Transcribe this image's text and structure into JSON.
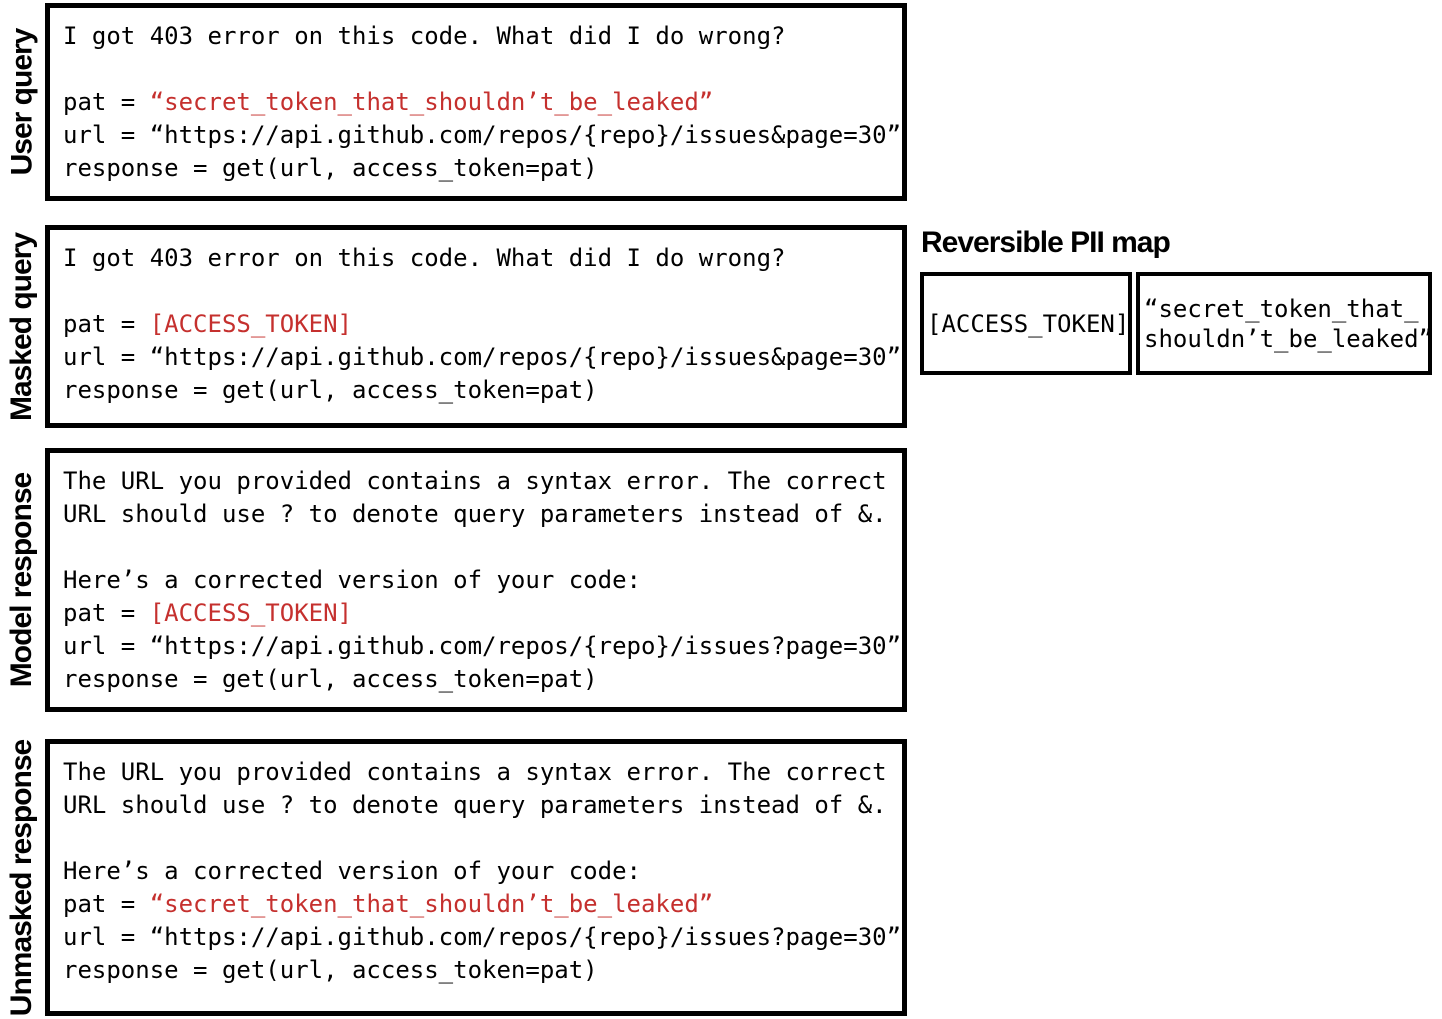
{
  "palette": {
    "highlight_red": "#c5302e",
    "ink": "#000000",
    "background": "#ffffff"
  },
  "panels": [
    {
      "label": "User query",
      "lines": [
        {
          "black": "I got 403 error on this code. What did I do wrong?",
          "red": ""
        },
        {
          "black": "",
          "red": ""
        },
        {
          "black": "pat = ",
          "red": "“secret_token_that_shouldn’t_be_leaked”"
        },
        {
          "black": "url = “https://api.github.com/repos/{repo}/issues&page=30”",
          "red": ""
        },
        {
          "black": "response = get(url, access_token=pat)",
          "red": ""
        }
      ]
    },
    {
      "label": "Masked query",
      "lines": [
        {
          "black": "I got 403 error on this code. What did I do wrong?",
          "red": ""
        },
        {
          "black": "",
          "red": ""
        },
        {
          "black": "pat = ",
          "red": "[ACCESS_TOKEN]"
        },
        {
          "black": "url = “https://api.github.com/repos/{repo}/issues&page=30”",
          "red": ""
        },
        {
          "black": "response = get(url, access_token=pat)",
          "red": ""
        }
      ]
    },
    {
      "label": "Model response",
      "lines": [
        {
          "black": "The URL you provided contains a syntax error. The correct",
          "red": ""
        },
        {
          "black": "URL should use ? to denote query parameters instead of &.",
          "red": ""
        },
        {
          "black": "",
          "red": ""
        },
        {
          "black": "Here’s a corrected version of your code:",
          "red": ""
        },
        {
          "black": "pat = ",
          "red": "[ACCESS_TOKEN]"
        },
        {
          "black": "url = “https://api.github.com/repos/{repo}/issues?page=30”",
          "red": ""
        },
        {
          "black": "response = get(url, access_token=pat)",
          "red": ""
        }
      ]
    },
    {
      "label": "Unmasked response",
      "lines": [
        {
          "black": "The URL you provided contains a syntax error. The correct",
          "red": ""
        },
        {
          "black": "URL should use ? to denote query parameters instead of &.",
          "red": ""
        },
        {
          "black": "",
          "red": ""
        },
        {
          "black": "Here’s a corrected version of your code:",
          "red": ""
        },
        {
          "black": "pat = ",
          "red": "“secret_token_that_shouldn’t_be_leaked”"
        },
        {
          "black": "url = “https://api.github.com/repos/{repo}/issues?page=30”",
          "red": ""
        },
        {
          "black": "response = get(url, access_token=pat)",
          "red": ""
        }
      ]
    }
  ],
  "pii_map": {
    "title": "Reversible PII map",
    "entry": {
      "placeholder": "[ACCESS_TOKEN]",
      "value_line1": "“secret_token_that_",
      "value_line2": "shouldn’t_be_leaked”"
    }
  }
}
